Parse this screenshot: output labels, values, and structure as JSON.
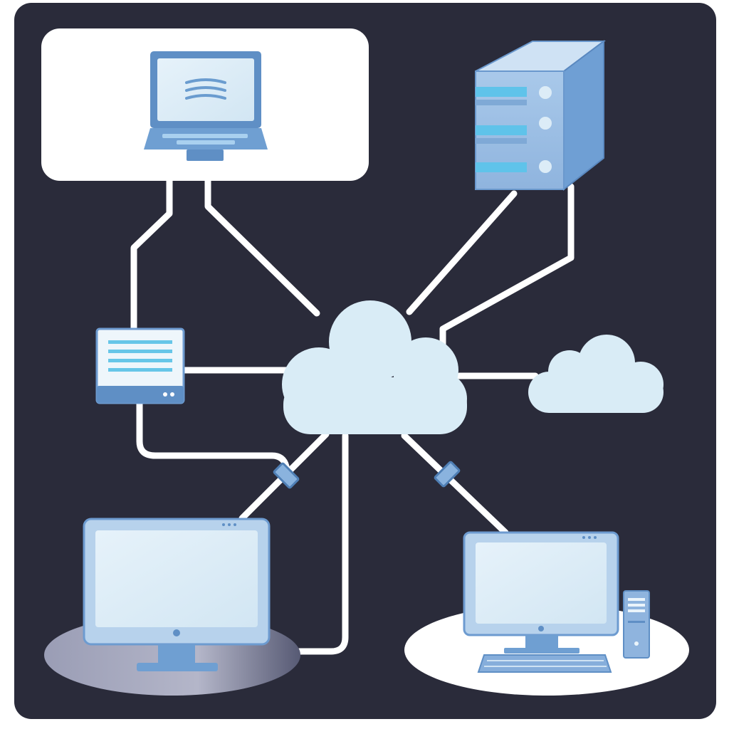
{
  "diagram": {
    "kind": "network-topology",
    "colors": {
      "background": "#2a2b3a",
      "connector": "#ffffff",
      "device_fill": "#d8eaf6",
      "device_accent": "#5f92c8",
      "device_stroke": "#6d9bd0",
      "cloud": "#d9ecf6",
      "highlight": "#67c6e8"
    },
    "nodes": [
      {
        "id": "laptop",
        "icon": "laptop-icon",
        "panel": "white"
      },
      {
        "id": "server",
        "icon": "server-tower-icon"
      },
      {
        "id": "router",
        "icon": "router-icon"
      },
      {
        "id": "central-cloud",
        "icon": "cloud-icon",
        "role": "hub"
      },
      {
        "id": "secondary-cloud",
        "icon": "cloud-icon"
      },
      {
        "id": "left-monitor",
        "icon": "monitor-icon",
        "platform": "gray"
      },
      {
        "id": "right-workstation",
        "icon": "desktop-computer-icon",
        "platform": "white",
        "has_tower": true,
        "has_keyboard": true
      }
    ],
    "links": [
      {
        "from": "laptop",
        "to": "router"
      },
      {
        "from": "laptop",
        "to": "central-cloud"
      },
      {
        "from": "server",
        "to": "central-cloud"
      },
      {
        "from": "server",
        "to": "central-cloud",
        "routing": "elbow"
      },
      {
        "from": "router",
        "to": "central-cloud"
      },
      {
        "from": "router",
        "to": "left-monitor",
        "routing": "elbow"
      },
      {
        "from": "central-cloud",
        "to": "secondary-cloud"
      },
      {
        "from": "central-cloud",
        "to": "left-monitor",
        "has_connector": true
      },
      {
        "from": "central-cloud",
        "to": "left-monitor",
        "routing": "drop"
      },
      {
        "from": "central-cloud",
        "to": "right-workstation",
        "has_connector": true
      }
    ]
  }
}
